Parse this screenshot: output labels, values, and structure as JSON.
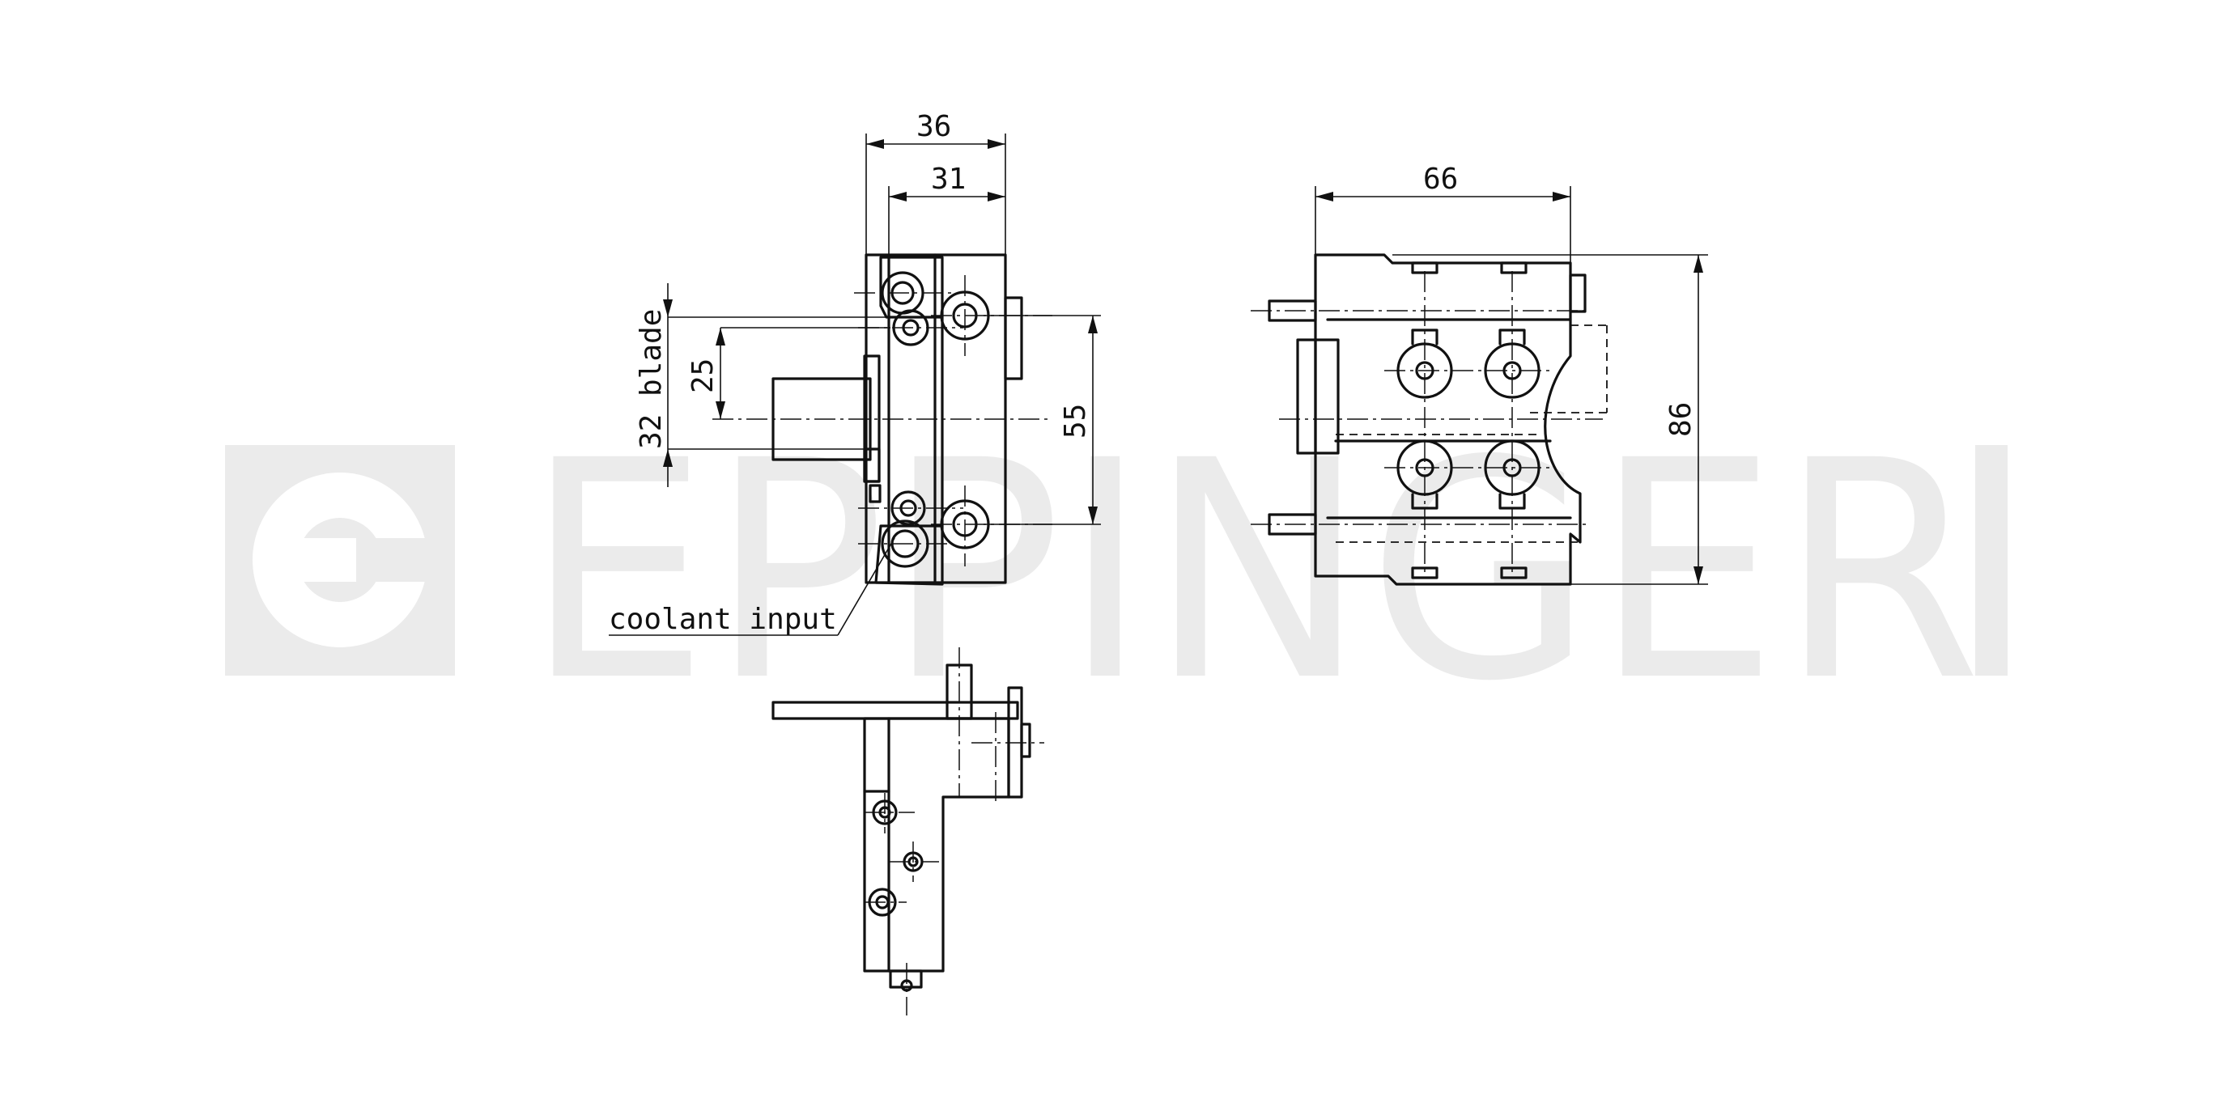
{
  "watermark": {
    "text": "EPPINGER",
    "color": "#ebebeb"
  },
  "dimensions": {
    "front_width_overall": "36",
    "front_width_body": "31",
    "blade_height": "25",
    "blade_label": "32 blade",
    "bolt_spacing": "55",
    "side_width": "66",
    "side_height": "86"
  },
  "callouts": {
    "coolant": "coolant input"
  },
  "colors": {
    "line": "#111111",
    "background": "#ffffff"
  }
}
